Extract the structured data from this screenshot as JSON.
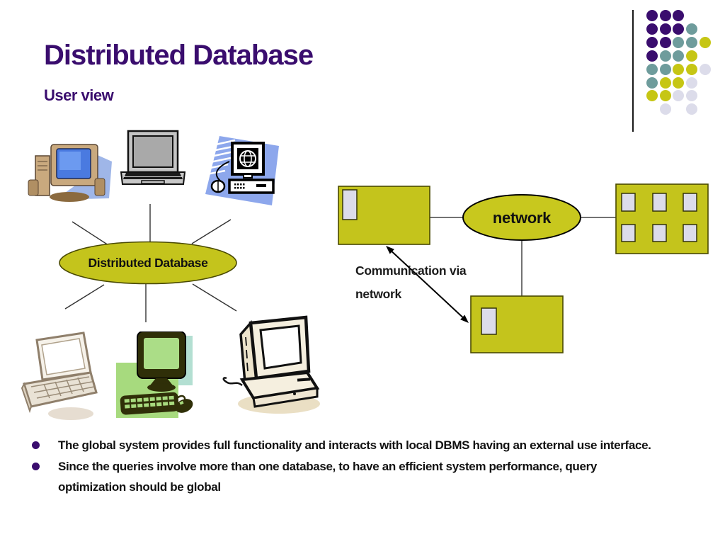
{
  "slide": {
    "title": "Distributed Database",
    "subtitle": "User view",
    "background": "#FFFFFF",
    "accent_colors": {
      "title_purple": "#3A0D6E",
      "diagram_yellow": "#C4C41C",
      "slot_lavender": "#DCDCEA",
      "line_gray": "#333333"
    }
  },
  "decor": {
    "dot_pattern": {
      "rows": [
        "PPP..",
        "PPPT.",
        "PPTTY",
        "PTTY.",
        "TTYYL",
        "TYYL.",
        "YYLL.",
        ".L.L."
      ],
      "palette": {
        "P": "#3A0D6E",
        "T": "#6E9C9C",
        "Y": "#C6C614",
        "L": "#DCDCEA"
      }
    }
  },
  "left_diagram": {
    "hub_label": "Distributed Database",
    "icons": [
      "desktop-computer",
      "laptop",
      "internet-computer",
      "sketch-laptop",
      "green-computer",
      "sketch-desktop"
    ]
  },
  "right_diagram": {
    "network_label": "network",
    "annotation": "Communication via network"
  },
  "bullets": [
    "The global system provides full functionality and interacts with local DBMS having an external use interface.",
    "Since the queries involve more than one database, to have an efficient system performance, query optimization should be global"
  ]
}
